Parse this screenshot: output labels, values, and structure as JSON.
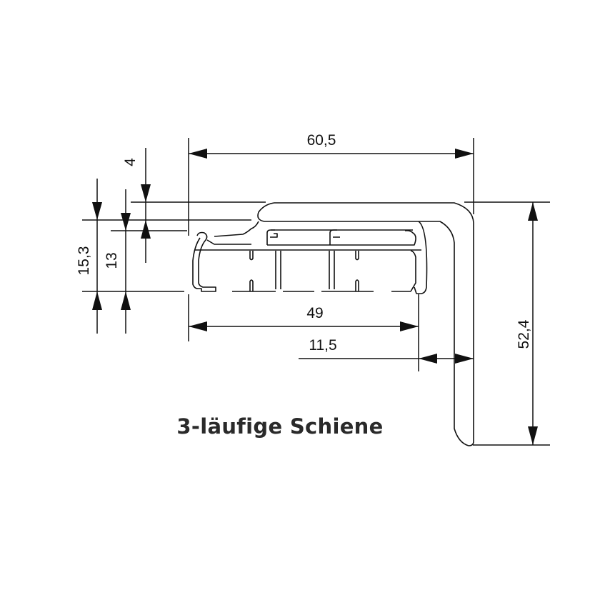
{
  "drawing": {
    "title": "3-läufige Schiene",
    "dimensions": {
      "overall_width": "60,5",
      "rail_width": "49",
      "side_offset": "11,5",
      "overall_height": "52,4",
      "lip_height": "4",
      "height_outer": "15,3",
      "height_inner": "13"
    }
  },
  "colors": {
    "line": "#111111",
    "background": "#ffffff",
    "title": "#2a2a2a"
  }
}
